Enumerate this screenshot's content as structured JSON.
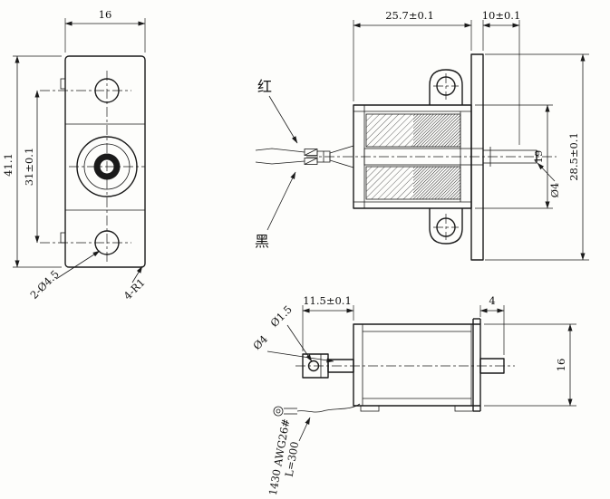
{
  "front": {
    "width": "16",
    "height": "41.1",
    "hole_spacing": "31±0.1",
    "holes_callout": "2-Ø4.5",
    "corner_callout": "4-R1"
  },
  "section": {
    "body_length": "25.7±0.1",
    "bushing_length": "10±0.1",
    "bracket_height": "28.5±0.1",
    "body_diameter": "19",
    "shaft_diameter": "Ø4",
    "red_label": "红",
    "black_label": "黑"
  },
  "side": {
    "plunger_ext": "11.5±0.1",
    "shaft_ext": "4",
    "pin_hole": "Ø1.5",
    "rod_diameter": "Ø4",
    "body_height": "16",
    "wire_spec": "1430 AWG26#",
    "wire_length": "L=300"
  }
}
